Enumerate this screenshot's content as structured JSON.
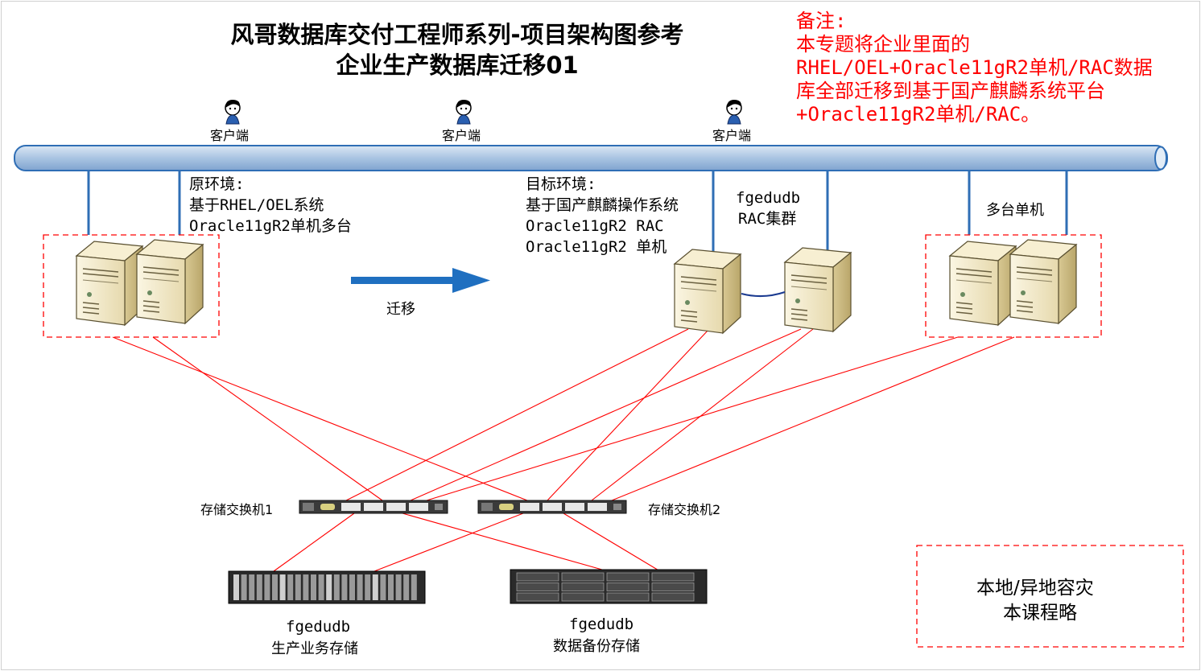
{
  "title": {
    "line1": "风哥数据库交付工程师系列-项目架构图参考",
    "line2": "企业生产数据库迁移01"
  },
  "note": {
    "heading": "备注:",
    "lines": [
      "本专题将企业里面的",
      "RHEL/OEL+Oracle11gR2单机/RAC数据",
      "库全部迁移到基于国产麒麟系统平台",
      "+Oracle11gR2单机/RAC。"
    ],
    "color": "#ff0000"
  },
  "clients": [
    "客户端",
    "客户端",
    "客户端"
  ],
  "source_env": {
    "lines": [
      "原环境:",
      "基于RHEL/OEL系统",
      "Oracle11gR2单机多台"
    ]
  },
  "target_env": {
    "lines": [
      "目标环境:",
      "基于国产麒麟操作系统",
      "Oracle11gR2 RAC",
      "Oracle11gR2 单机"
    ]
  },
  "migrate_label": "迁移",
  "rac_label": {
    "lines": [
      "fgedudb",
      "RAC集群"
    ]
  },
  "multi_single_label": "多台单机",
  "switches": [
    "存储交换机1",
    "存储交换机2"
  ],
  "storage_prod": {
    "lines": [
      "fgedudb",
      "生产业务存储"
    ]
  },
  "storage_backup": {
    "lines": [
      "fgedudb",
      "数据备份存储"
    ]
  },
  "dr_box": {
    "lines": [
      "本地/异地容灾",
      "本课程略"
    ]
  },
  "colors": {
    "network_bar": "#b3cbe6",
    "network_edge": "#2f6eb5",
    "link_red": "#ff0000",
    "arrow": "#1f6fc0",
    "server_body": "#f0e6c4"
  }
}
